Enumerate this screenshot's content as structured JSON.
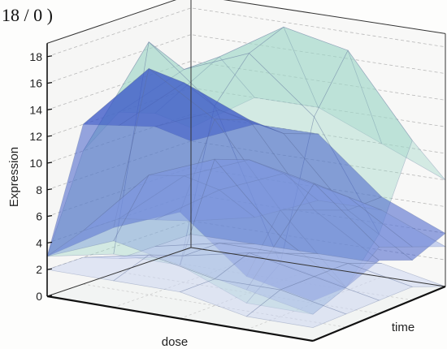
{
  "chart_data": {
    "type": "surface-3d",
    "title": "18 / 0 )",
    "xlabel": "dose",
    "ylabel": "time",
    "zlabel": "Expression",
    "zlim": [
      0,
      19
    ],
    "z_ticks": [
      "0",
      "2",
      "4",
      "6",
      "8",
      "10",
      "12",
      "14",
      "16",
      "18"
    ],
    "grid": true,
    "surfaces": [
      {
        "color": "#9fd6c9",
        "opacity": 0.42,
        "z": [
          [
            3,
            4,
            4,
            2,
            2
          ],
          [
            10,
            19,
            15,
            4,
            3
          ],
          [
            12,
            16,
            18,
            14,
            6
          ],
          [
            11,
            16,
            19,
            18,
            12
          ],
          [
            9,
            12,
            12,
            10,
            8
          ]
        ]
      },
      {
        "color": "#3a56c8",
        "opacity": 0.52,
        "z": [
          [
            3,
            6,
            8,
            4,
            3
          ],
          [
            12,
            17,
            14,
            8,
            3
          ],
          [
            11,
            15,
            13,
            7,
            4
          ],
          [
            10,
            12,
            11,
            6,
            3
          ],
          [
            8,
            10,
            10,
            6,
            4
          ]
        ]
      },
      {
        "color": "#7e95e0",
        "opacity": 0.4,
        "z": [
          [
            3,
            5,
            4,
            3,
            2
          ],
          [
            4,
            9,
            11,
            6,
            3
          ],
          [
            4,
            8,
            10,
            9,
            5
          ],
          [
            3,
            6,
            8,
            7,
            4
          ],
          [
            2,
            3,
            5,
            5,
            3
          ]
        ]
      },
      {
        "color": "#c9d3f2",
        "opacity": 0.5,
        "z": [
          [
            2,
            2,
            2,
            1,
            1
          ],
          [
            2,
            3,
            2,
            2,
            1
          ],
          [
            1,
            2,
            3,
            2,
            1
          ],
          [
            1,
            2,
            2,
            2,
            1
          ],
          [
            1,
            1,
            1,
            1,
            0
          ]
        ]
      }
    ]
  }
}
